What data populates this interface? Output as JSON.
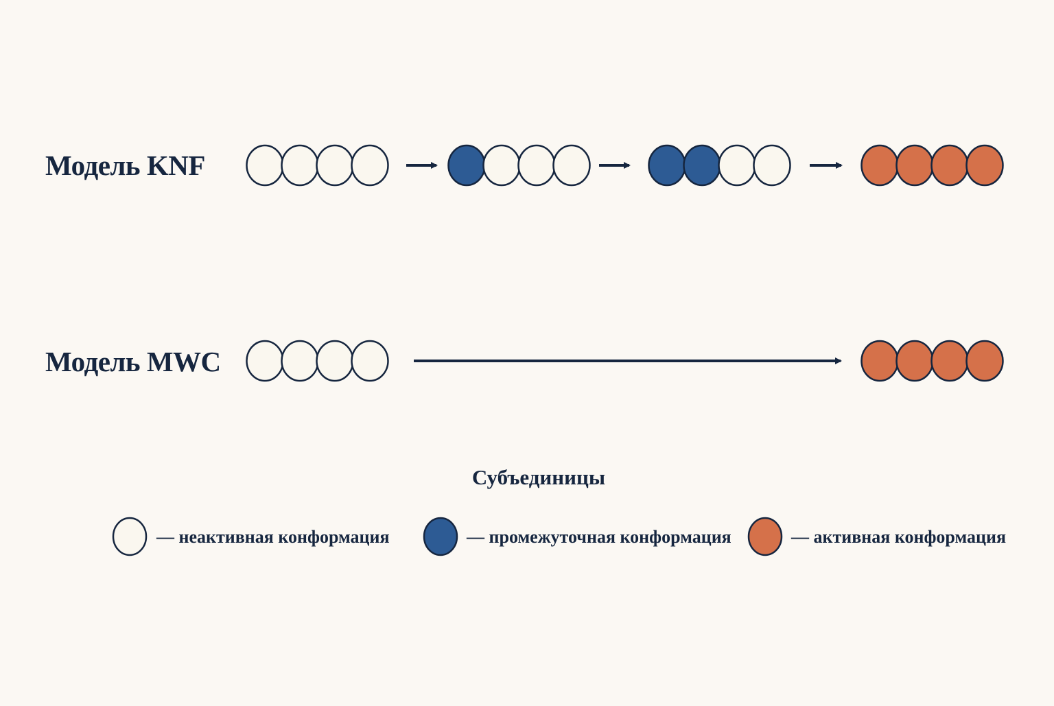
{
  "colors": {
    "background": "#fbf8f3",
    "outline": "#16263f",
    "inactive": "#faf7ef",
    "intermediate": "#2d5b94",
    "active": "#d5714a",
    "arrow": "#16263f"
  },
  "models": [
    {
      "label": "Модель KNF",
      "stages": [
        [
          "inactive",
          "inactive",
          "inactive",
          "inactive"
        ],
        [
          "intermediate",
          "inactive",
          "inactive",
          "inactive"
        ],
        [
          "intermediate",
          "intermediate",
          "inactive",
          "inactive"
        ],
        [
          "active",
          "active",
          "active",
          "active"
        ]
      ]
    },
    {
      "label": "Модель MWC",
      "stages": [
        [
          "inactive",
          "inactive",
          "inactive",
          "inactive"
        ],
        [
          "active",
          "active",
          "active",
          "active"
        ]
      ]
    }
  ],
  "legend": {
    "title": "Субъединицы",
    "items": [
      {
        "state": "inactive",
        "label": "— неактивная конформация"
      },
      {
        "state": "intermediate",
        "label": "— промежуточная конформация"
      },
      {
        "state": "active",
        "label": "— активная конформация"
      }
    ]
  }
}
